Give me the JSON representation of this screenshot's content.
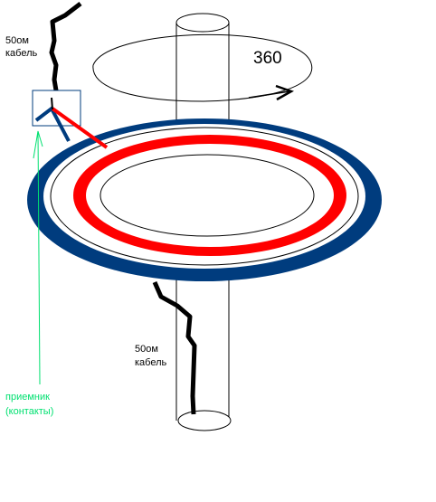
{
  "labels": {
    "top_cable": [
      "50ом",
      "кабель"
    ],
    "rotation": "360",
    "bottom_cable": [
      "50ом",
      "кабель"
    ],
    "receiver": [
      "приемник",
      "(контакты)"
    ]
  },
  "colors": {
    "navy_ring": "#003c7e",
    "red_ring": "#ff0000",
    "outline": "#000000",
    "receiver_label": "#00e070",
    "pointer_line": "#00e070",
    "blue_wire": "#003c7e",
    "red_wire": "#ff0000",
    "background": "#ffffff"
  }
}
